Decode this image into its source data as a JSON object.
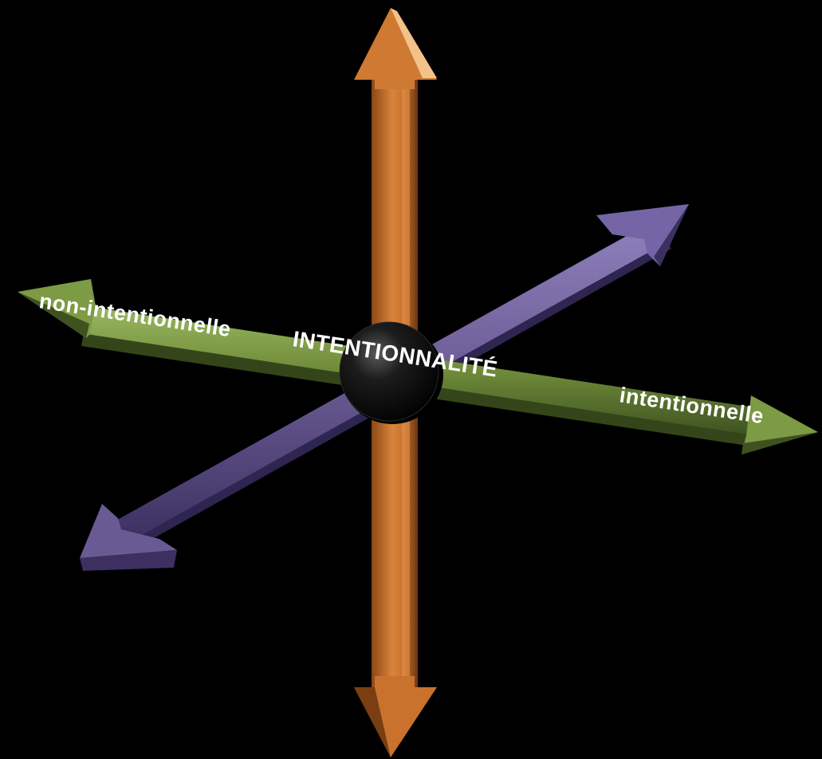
{
  "background_color": "#000000",
  "axes": {
    "vertical": {
      "color": "#c8722e",
      "highlight": "#f0a660",
      "shadow": "#7a3e12"
    },
    "diagonal": {
      "color": "#6a5a94",
      "highlight": "#9384c0",
      "shadow": "#3b3060"
    },
    "horizontal": {
      "color": "#6f8b3a",
      "highlight": "#9ab860",
      "shadow": "#3e5220",
      "axis_name": "INTENTIONNALITÉ",
      "left_pole": "non-intentionnelle",
      "right_pole": "intentionnelle"
    }
  },
  "center_hub": {
    "color": "#111111",
    "icon": "black-sphere"
  }
}
